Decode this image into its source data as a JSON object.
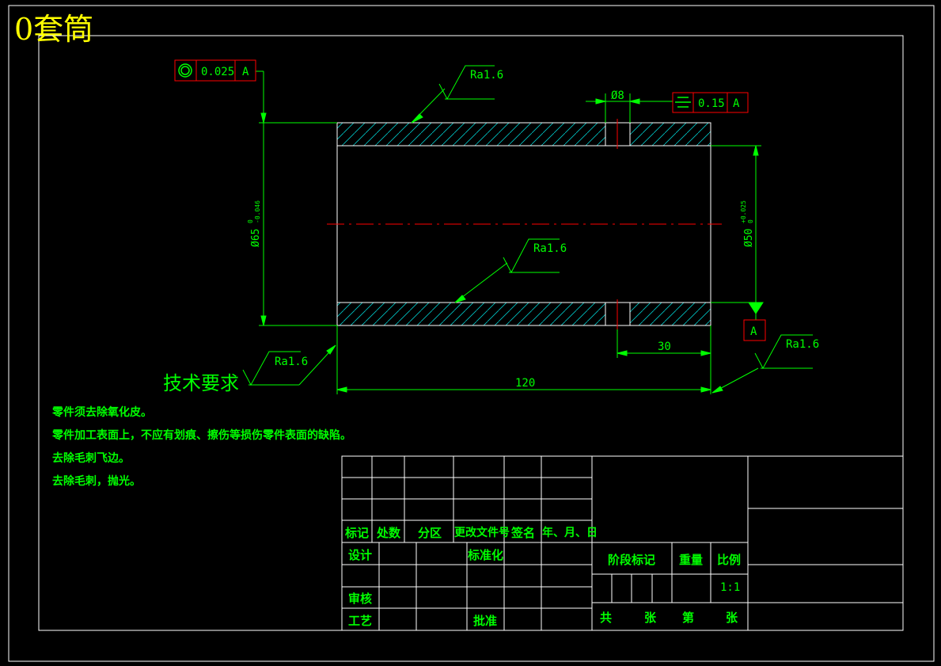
{
  "title": "0套筒",
  "dimensions": {
    "outer_diameter": "Ø65",
    "outer_upper_tol": "0",
    "outer_lower_tol": "-0.046",
    "inner_diameter": "Ø50",
    "inner_upper_tol": "+0.025",
    "inner_lower_tol": "0",
    "hole": "Ø8",
    "hole_position": "30",
    "length": "120"
  },
  "tolerances": {
    "concentricity_value": "0.025",
    "concentricity_datum": "A",
    "symmetry_value": "0.15",
    "symmetry_datum": "A",
    "datum_label": "A"
  },
  "roughness": [
    "Ra1.6",
    "Ra1.6",
    "Ra1.6",
    "Ra1.6"
  ],
  "technical_requirements": {
    "heading": "技术要求",
    "items": [
      "零件须去除氧化皮。",
      "零件加工表面上，不应有划痕、擦伤等损伤零件表面的缺陷。",
      "去除毛刺飞边。",
      "去除毛刺，抛光。"
    ]
  },
  "title_block": {
    "mark": "标记",
    "count": "处数",
    "zone": "分区",
    "change_doc": "更改文件号",
    "signature": "签名",
    "date": "年、月、日",
    "design": "设计",
    "standardization": "标准化",
    "review": "审核",
    "process": "工艺",
    "approve": "批准",
    "stage_mark": "阶段标记",
    "weight": "重量",
    "scale_label": "比例",
    "scale_value": "1:1",
    "total": "共",
    "sheet": "张",
    "page": "第",
    "sheet2": "张"
  },
  "colors": {
    "background": "#000000",
    "frame": "#ffffff",
    "lines": "#00ff00",
    "hatch": "#00c8c8",
    "centerline": "#ff0000",
    "title": "#ffff00",
    "frame_box": "#ff0000"
  }
}
